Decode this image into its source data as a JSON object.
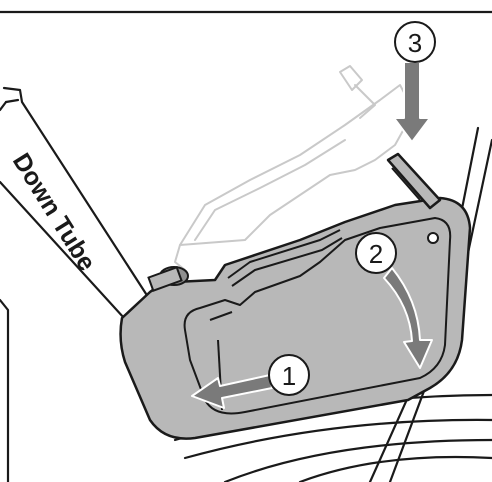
{
  "diagram": {
    "tube_label": "Down Tube",
    "steps": [
      {
        "number": "1"
      },
      {
        "number": "2"
      },
      {
        "number": "3"
      }
    ],
    "colors": {
      "line": "#1a1a1a",
      "battery": "#b8b8b8",
      "arrow": "#7a7a7a",
      "ghost": "#c9c9c9"
    }
  }
}
